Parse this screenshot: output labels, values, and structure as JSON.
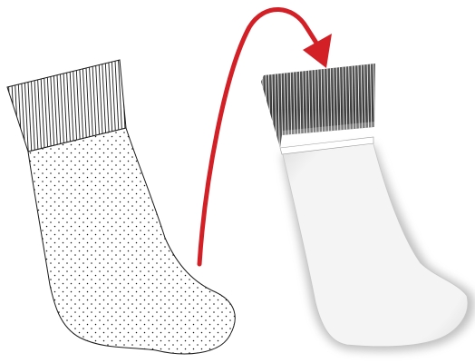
{
  "colors": {
    "background": "#ffffff",
    "outline": "#1a1a1a",
    "stipple": "#111111",
    "stripe": "#1a1a1a",
    "arrow": "#d32027",
    "sock_fill": "#f2f2f2",
    "sock_shadow": "#9a9a9a",
    "cuff_dark": "#3a3a3a"
  },
  "illustration": {
    "left_sock": {
      "icon": "stocking-outline-icon",
      "pattern": "dotted"
    },
    "right_sock": {
      "icon": "stocking-shaded-icon",
      "pattern": "shaded"
    },
    "arrow": {
      "icon": "curved-arrow-icon",
      "direction": "down-right"
    }
  }
}
